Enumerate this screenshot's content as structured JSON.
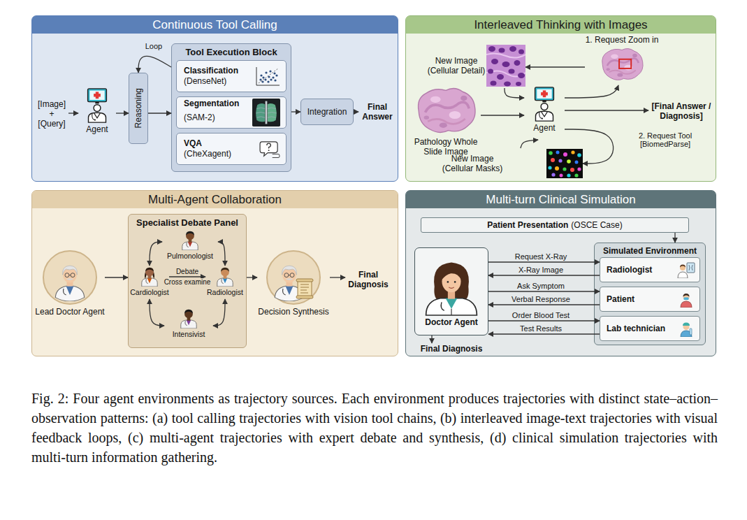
{
  "diagram": {
    "caption": "Fig. 2: Four agent environments as trajectory sources. Each environment produces trajectories with distinct state–action–observation patterns: (a) tool calling trajectories with vision tool chains, (b) interleaved image-text trajectories with visual feedback loops, (c) multi-agent trajectories with expert debate and synthesis, (d) clinical simulation trajectories with multi-turn information gathering.",
    "nodes": [
      {
        "text": [
          "Continuous Tool Calling"
        ]
      },
      {
        "text": [
          "[Image] + [Query]"
        ],
        "in": 0
      },
      {
        "text": [
          "Agent"
        ],
        "in": 0
      },
      {
        "text": [
          "Reasoning"
        ],
        "in": 0
      },
      {
        "text": [
          "Tool Execution Block"
        ],
        "in": 0
      },
      {
        "text": [
          "Classification",
          "(DenseNet)"
        ],
        "in": 4
      },
      {
        "text": [
          "Segmentation",
          "(SAM-2)"
        ],
        "in": 4
      },
      {
        "text": [
          "VQA",
          "(CheXagent)"
        ],
        "in": 4
      },
      {
        "text": [
          "Integration"
        ],
        "in": 0
      },
      {
        "text": [
          "Final Answer"
        ],
        "in": 0
      },
      {
        "text": [
          "Interleaved Thinking with Images"
        ]
      },
      {
        "text": [
          "Pathology Whole Slide Image"
        ],
        "in": 10
      },
      {
        "text": [
          "Agent"
        ],
        "in": 10
      },
      {
        "text": [
          "1. Request Zoom in"
        ],
        "in": 10
      },
      {
        "text": [
          "New Image (Cellular Detail)"
        ],
        "in": 10
      },
      {
        "text": [
          "New Image (Cellular Masks)"
        ],
        "in": 10
      },
      {
        "text": [
          "[Final Answer / Diagnosis]"
        ],
        "in": 10
      },
      {
        "text": [
          "Multi-Agent Collaboration"
        ]
      },
      {
        "text": [
          "Lead Doctor Agent"
        ],
        "in": 17
      },
      {
        "text": [
          "Specialist Debate Panel"
        ],
        "in": 17
      },
      {
        "text": [
          "Pulmonologist"
        ],
        "in": 19
      },
      {
        "text": [
          "Cardiologist"
        ],
        "in": 19
      },
      {
        "text": [
          "Radiologist"
        ],
        "in": 19
      },
      {
        "text": [
          "Intensivist"
        ],
        "in": 19
      },
      {
        "text": [
          "Decision Synthesis"
        ],
        "in": 17
      },
      {
        "text": [
          "Final Diagnosis"
        ],
        "in": 17
      },
      {
        "text": [
          "Multi-turn Clinical Simulation"
        ]
      },
      {
        "text": [
          "Patient Presentation",
          "(OSCE Case)"
        ],
        "in": 26
      },
      {
        "text": [
          "Doctor Agent"
        ],
        "in": 26
      },
      {
        "text": [
          "Final Diagnosis"
        ],
        "in": 26
      },
      {
        "text": [
          "Simulated Environment"
        ],
        "in": 26
      },
      {
        "text": [
          "Radiologist"
        ],
        "in": 30
      },
      {
        "text": [
          "Patient"
        ],
        "in": 30
      },
      {
        "text": [
          "Lab technician"
        ],
        "in": 30
      }
    ],
    "edges": [
      {
        "from": 1,
        "to": 2,
        "arrow": "to"
      },
      {
        "from": 2,
        "to": 3,
        "arrow": "to"
      },
      {
        "from": 3,
        "to": 4,
        "arrow": "to"
      },
      {
        "from": 4,
        "to": 3,
        "label": "Loop",
        "arrow": "to"
      },
      {
        "from": 4,
        "to": 8,
        "arrow": "to"
      },
      {
        "from": 8,
        "to": 9,
        "arrow": "to"
      },
      {
        "from": 11,
        "to": 12,
        "arrow": "to"
      },
      {
        "from": 12,
        "to": 13,
        "arrow": "to"
      },
      {
        "from": 13,
        "to": 14,
        "arrow": "to"
      },
      {
        "from": 14,
        "to": 12,
        "arrow": "to"
      },
      {
        "from": 12,
        "to": 15,
        "label": "2. Request Tool [BiomedParse]",
        "arrow": "to"
      },
      {
        "from": 15,
        "to": 12,
        "arrow": "to"
      },
      {
        "from": 12,
        "to": 16,
        "arrow": "to"
      },
      {
        "from": 18,
        "to": 19,
        "arrow": "to"
      },
      {
        "from": 19,
        "to": 24,
        "arrow": "to"
      },
      {
        "from": 24,
        "to": 25,
        "arrow": "to"
      },
      {
        "from": 20,
        "to": 21,
        "arrow": "both"
      },
      {
        "from": 20,
        "to": 22,
        "arrow": "both"
      },
      {
        "from": 21,
        "to": 23,
        "arrow": "both"
      },
      {
        "from": 22,
        "to": 23,
        "arrow": "both"
      },
      {
        "from": 21,
        "to": 22,
        "label": "Debate",
        "arrow": "to"
      },
      {
        "from": 27,
        "to": 30,
        "arrow": "to"
      },
      {
        "from": 28,
        "to": 31,
        "label": "Request X-Ray",
        "arrow": "to"
      },
      {
        "from": 31,
        "to": 28,
        "label": "X-Ray Image",
        "arrow": "to"
      },
      {
        "from": 28,
        "to": 32,
        "label": "Ask Symptom",
        "arrow": "to"
      },
      {
        "from": 32,
        "to": 28,
        "label": "Verbal Response",
        "arrow": "to"
      },
      {
        "from": 28,
        "to": 33,
        "label": "Order Blood Test",
        "arrow": "to"
      },
      {
        "from": 33,
        "to": 28,
        "label": "Test Results",
        "arrow": "to"
      },
      {
        "from": 28,
        "to": 29,
        "arrow": "to"
      }
    ],
    "labels": [
      "Cross examine"
    ]
  }
}
